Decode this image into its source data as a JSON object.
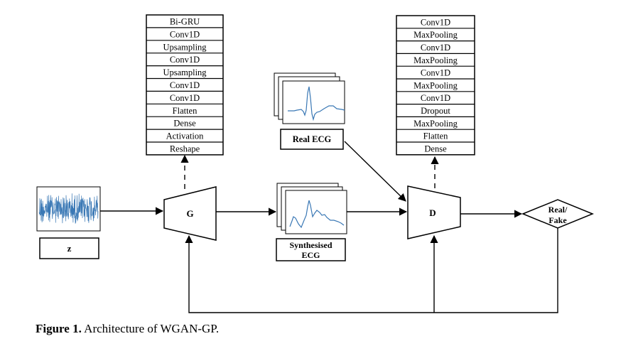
{
  "generator_stack": [
    "Bi-GRU",
    "Conv1D",
    "Upsampling",
    "Conv1D",
    "Upsampling",
    "Conv1D",
    "Conv1D",
    "Flatten",
    "Dense",
    "Activation",
    "Reshape"
  ],
  "discriminator_stack": [
    "Conv1D",
    "MaxPooling",
    "Conv1D",
    "MaxPooling",
    "Conv1D",
    "MaxPooling",
    "Conv1D",
    "Dropout",
    "MaxPooling",
    "Flatten",
    "Dense"
  ],
  "labels": {
    "z": "z",
    "generator": "G",
    "discriminator": "D",
    "real_ecg": "Real ECG",
    "synth_line1": "Synthesised",
    "synth_line2": "ECG",
    "decision_line1": "Real/",
    "decision_line2": "Fake"
  },
  "caption": {
    "label": "Figure 1.",
    "text": "Architecture of WGAN-GP."
  },
  "colors": {
    "signal": "#3a78b5",
    "stroke": "#000000"
  }
}
